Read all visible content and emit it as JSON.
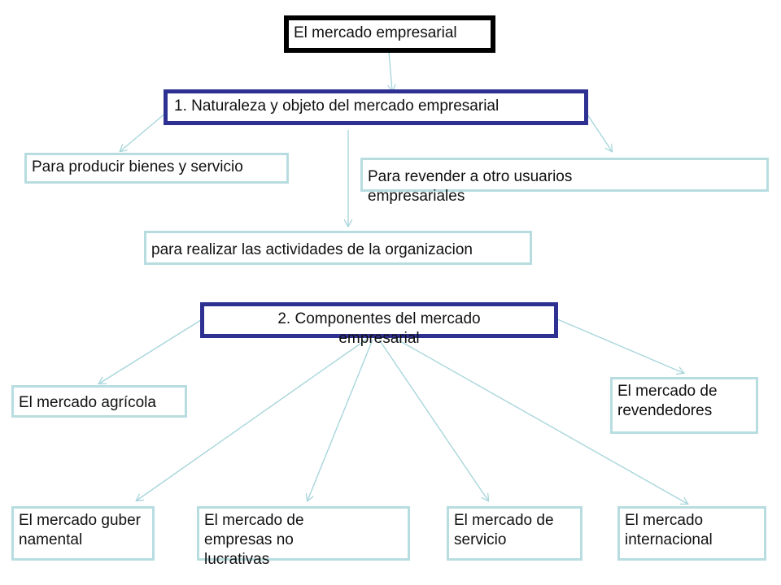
{
  "root": {
    "label": "El mercado empresarial"
  },
  "section1": {
    "title": "1. Naturaleza y objeto del mercado empresarial",
    "items": [
      "Para producir bienes y servicio",
      "Para revender a otro usuarios empresariales",
      "para realizar las actividades de la organizacion"
    ]
  },
  "section2": {
    "title": "2. Componentes del mercado empresarial",
    "items": [
      "El mercado agrícola",
      "El mercado de revendedores",
      "El mercado gubernamental",
      "El mercado de empresas no lucrativas",
      "El mercado de servicio",
      "El mercado internacional"
    ]
  },
  "colors": {
    "root_border": "#000000",
    "section_border": "#2e3192",
    "leaf_border": "#b8dde1",
    "connector": "#a9d6dc"
  }
}
